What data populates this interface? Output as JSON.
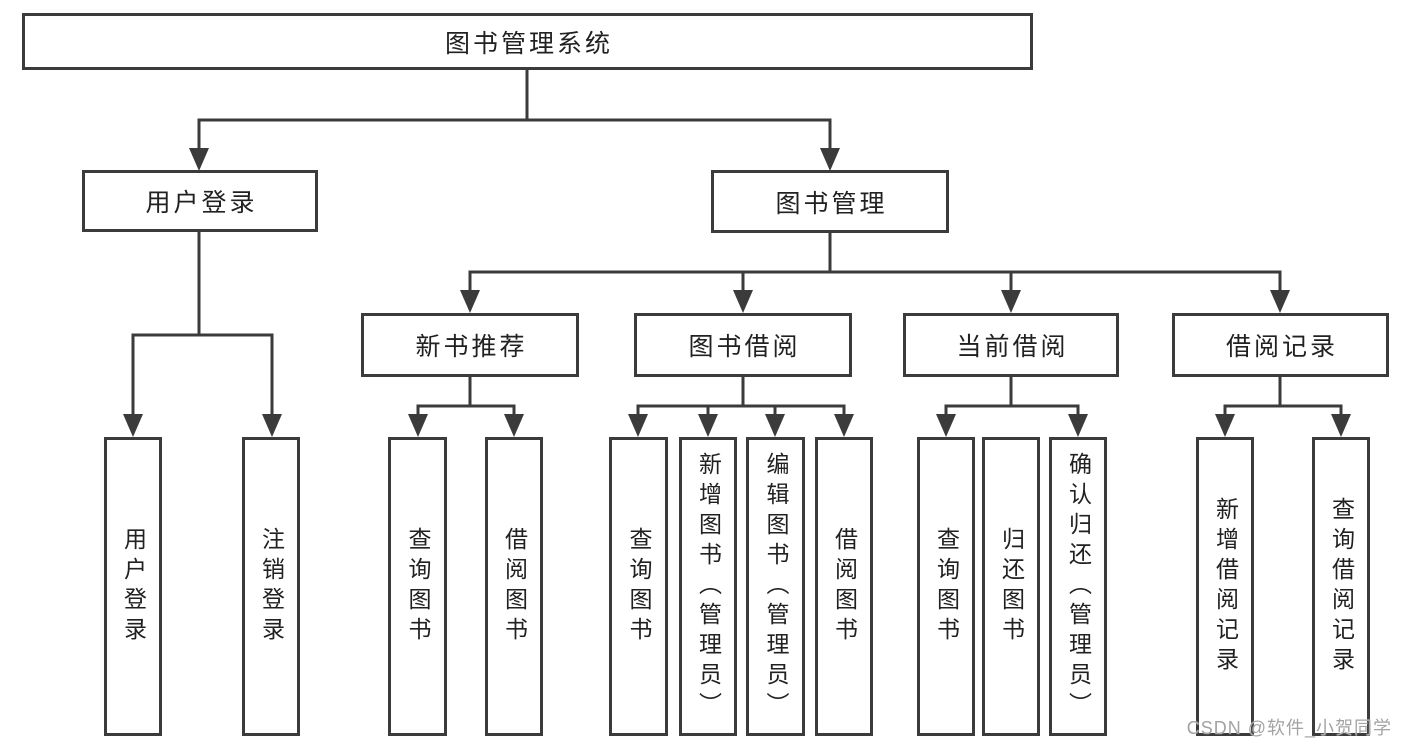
{
  "tree": {
    "root": {
      "label": "图书管理系统"
    },
    "branches": [
      {
        "label": "用户登录",
        "children": [
          {
            "label": "用户登录"
          },
          {
            "label": "注销登录"
          }
        ]
      },
      {
        "label": "图书管理",
        "groups": [
          {
            "label": "新书推荐",
            "children": [
              {
                "label": "查询图书"
              },
              {
                "label": "借阅图书"
              }
            ]
          },
          {
            "label": "图书借阅",
            "children": [
              {
                "label": "查询图书"
              },
              {
                "label": "新增图书（管理员）"
              },
              {
                "label": "编辑图书（管理员）"
              },
              {
                "label": "借阅图书"
              }
            ]
          },
          {
            "label": "当前借阅",
            "children": [
              {
                "label": "查询图书"
              },
              {
                "label": "归还图书"
              },
              {
                "label": "确认归还（管理员）"
              }
            ]
          },
          {
            "label": "借阅记录",
            "children": [
              {
                "label": "新增借阅记录"
              },
              {
                "label": "查询借阅记录"
              }
            ]
          }
        ]
      }
    ]
  },
  "watermark": {
    "text": "CSDN @软件_小贺同学"
  },
  "colors": {
    "line": "#3b3b3b",
    "box_border": "#3b3b3b",
    "text": "#212121",
    "watermark": "#a3a3a3",
    "background": "#ffffff"
  }
}
